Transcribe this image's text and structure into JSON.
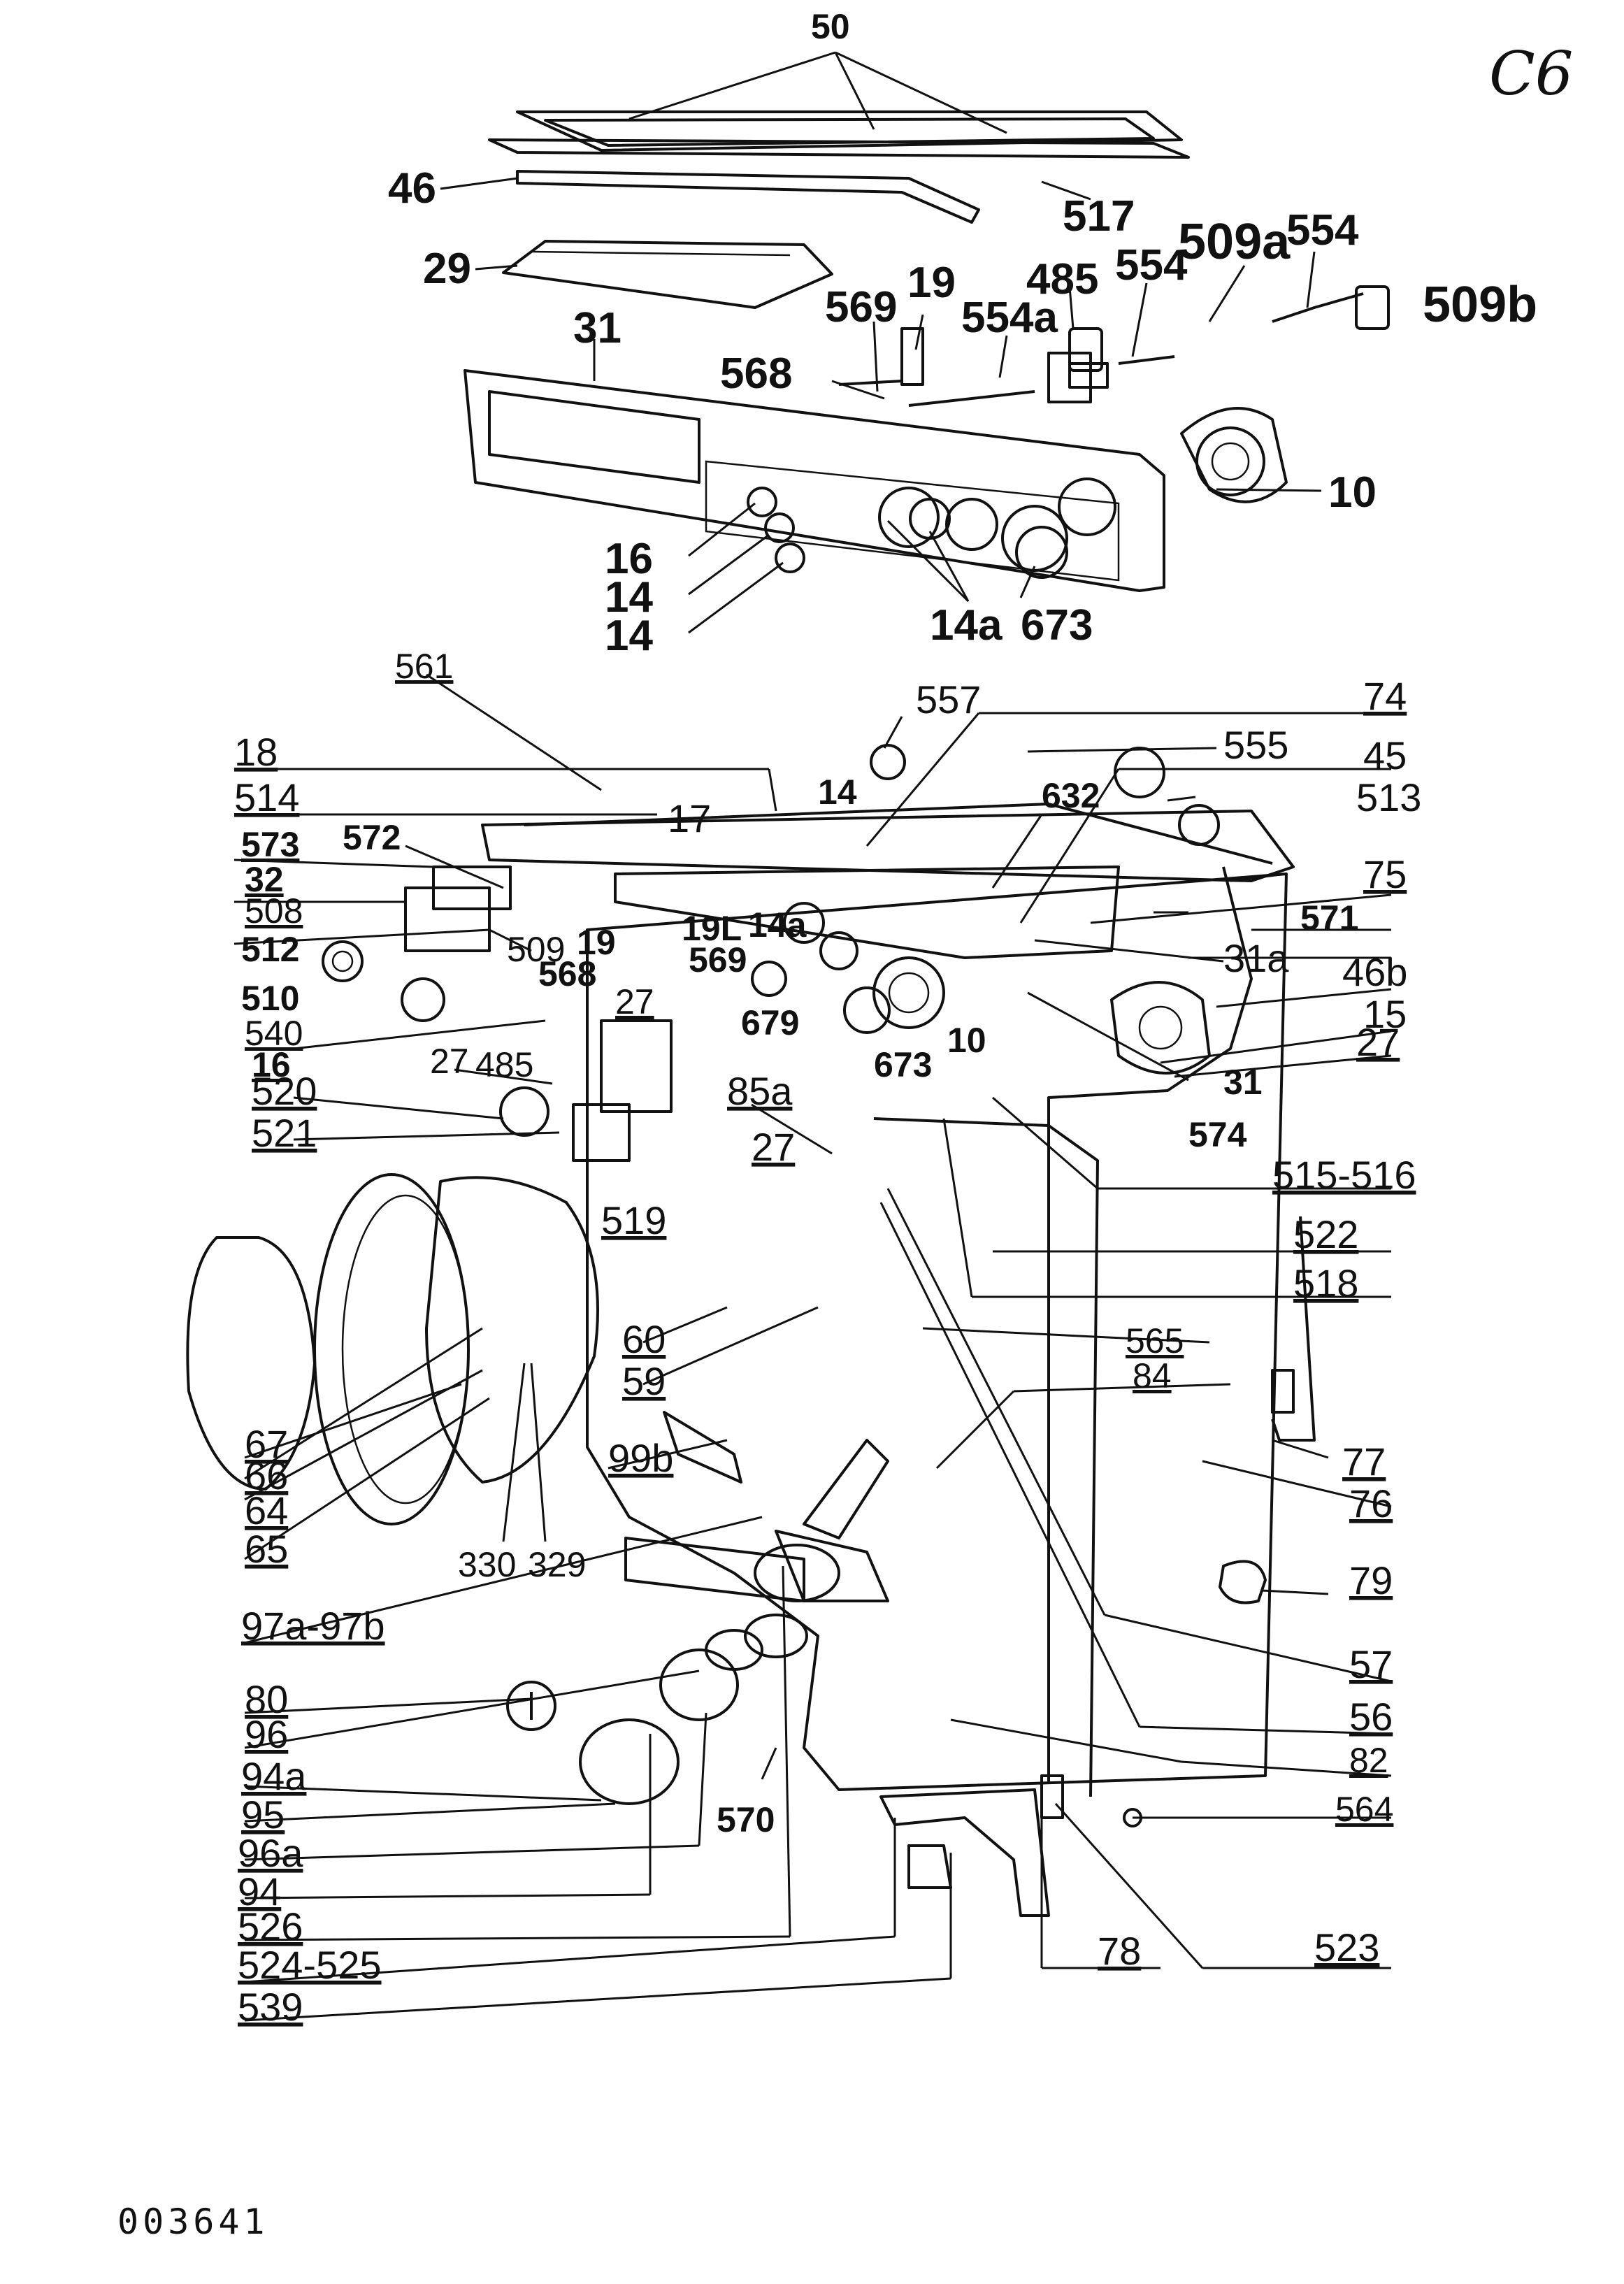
{
  "page_mark": "C6",
  "drawing_number": "003641",
  "labels": [
    "50",
    "46",
    "517",
    "29",
    "569",
    "19",
    "485",
    "554",
    "509a",
    "554",
    "509b",
    "554a",
    "31",
    "568",
    "10",
    "16",
    "14",
    "14",
    "14a",
    "673",
    "561",
    "557",
    "74",
    "555",
    "45",
    "18",
    "514",
    "17",
    "632",
    "513",
    "573",
    "572",
    "75",
    "32",
    "571",
    "508",
    "19",
    "19L",
    "14a",
    "14",
    "509",
    "31a",
    "512",
    "568",
    "569",
    "46b",
    "510",
    "27",
    "679",
    "10",
    "15",
    "540",
    "485",
    "673",
    "27",
    "16",
    "27",
    "520",
    "85a",
    "31",
    "521",
    "27",
    "574",
    "515-516",
    "519",
    "522",
    "518",
    "60",
    "565",
    "59",
    "84",
    "67",
    "66",
    "64",
    "99b",
    "77",
    "76",
    "65",
    "330",
    "329",
    "79",
    "97a-97b",
    "57",
    "80",
    "96",
    "56",
    "94a",
    "82",
    "95",
    "570",
    "564",
    "96a",
    "94",
    "526",
    "524-525",
    "78",
    "523",
    "539"
  ]
}
